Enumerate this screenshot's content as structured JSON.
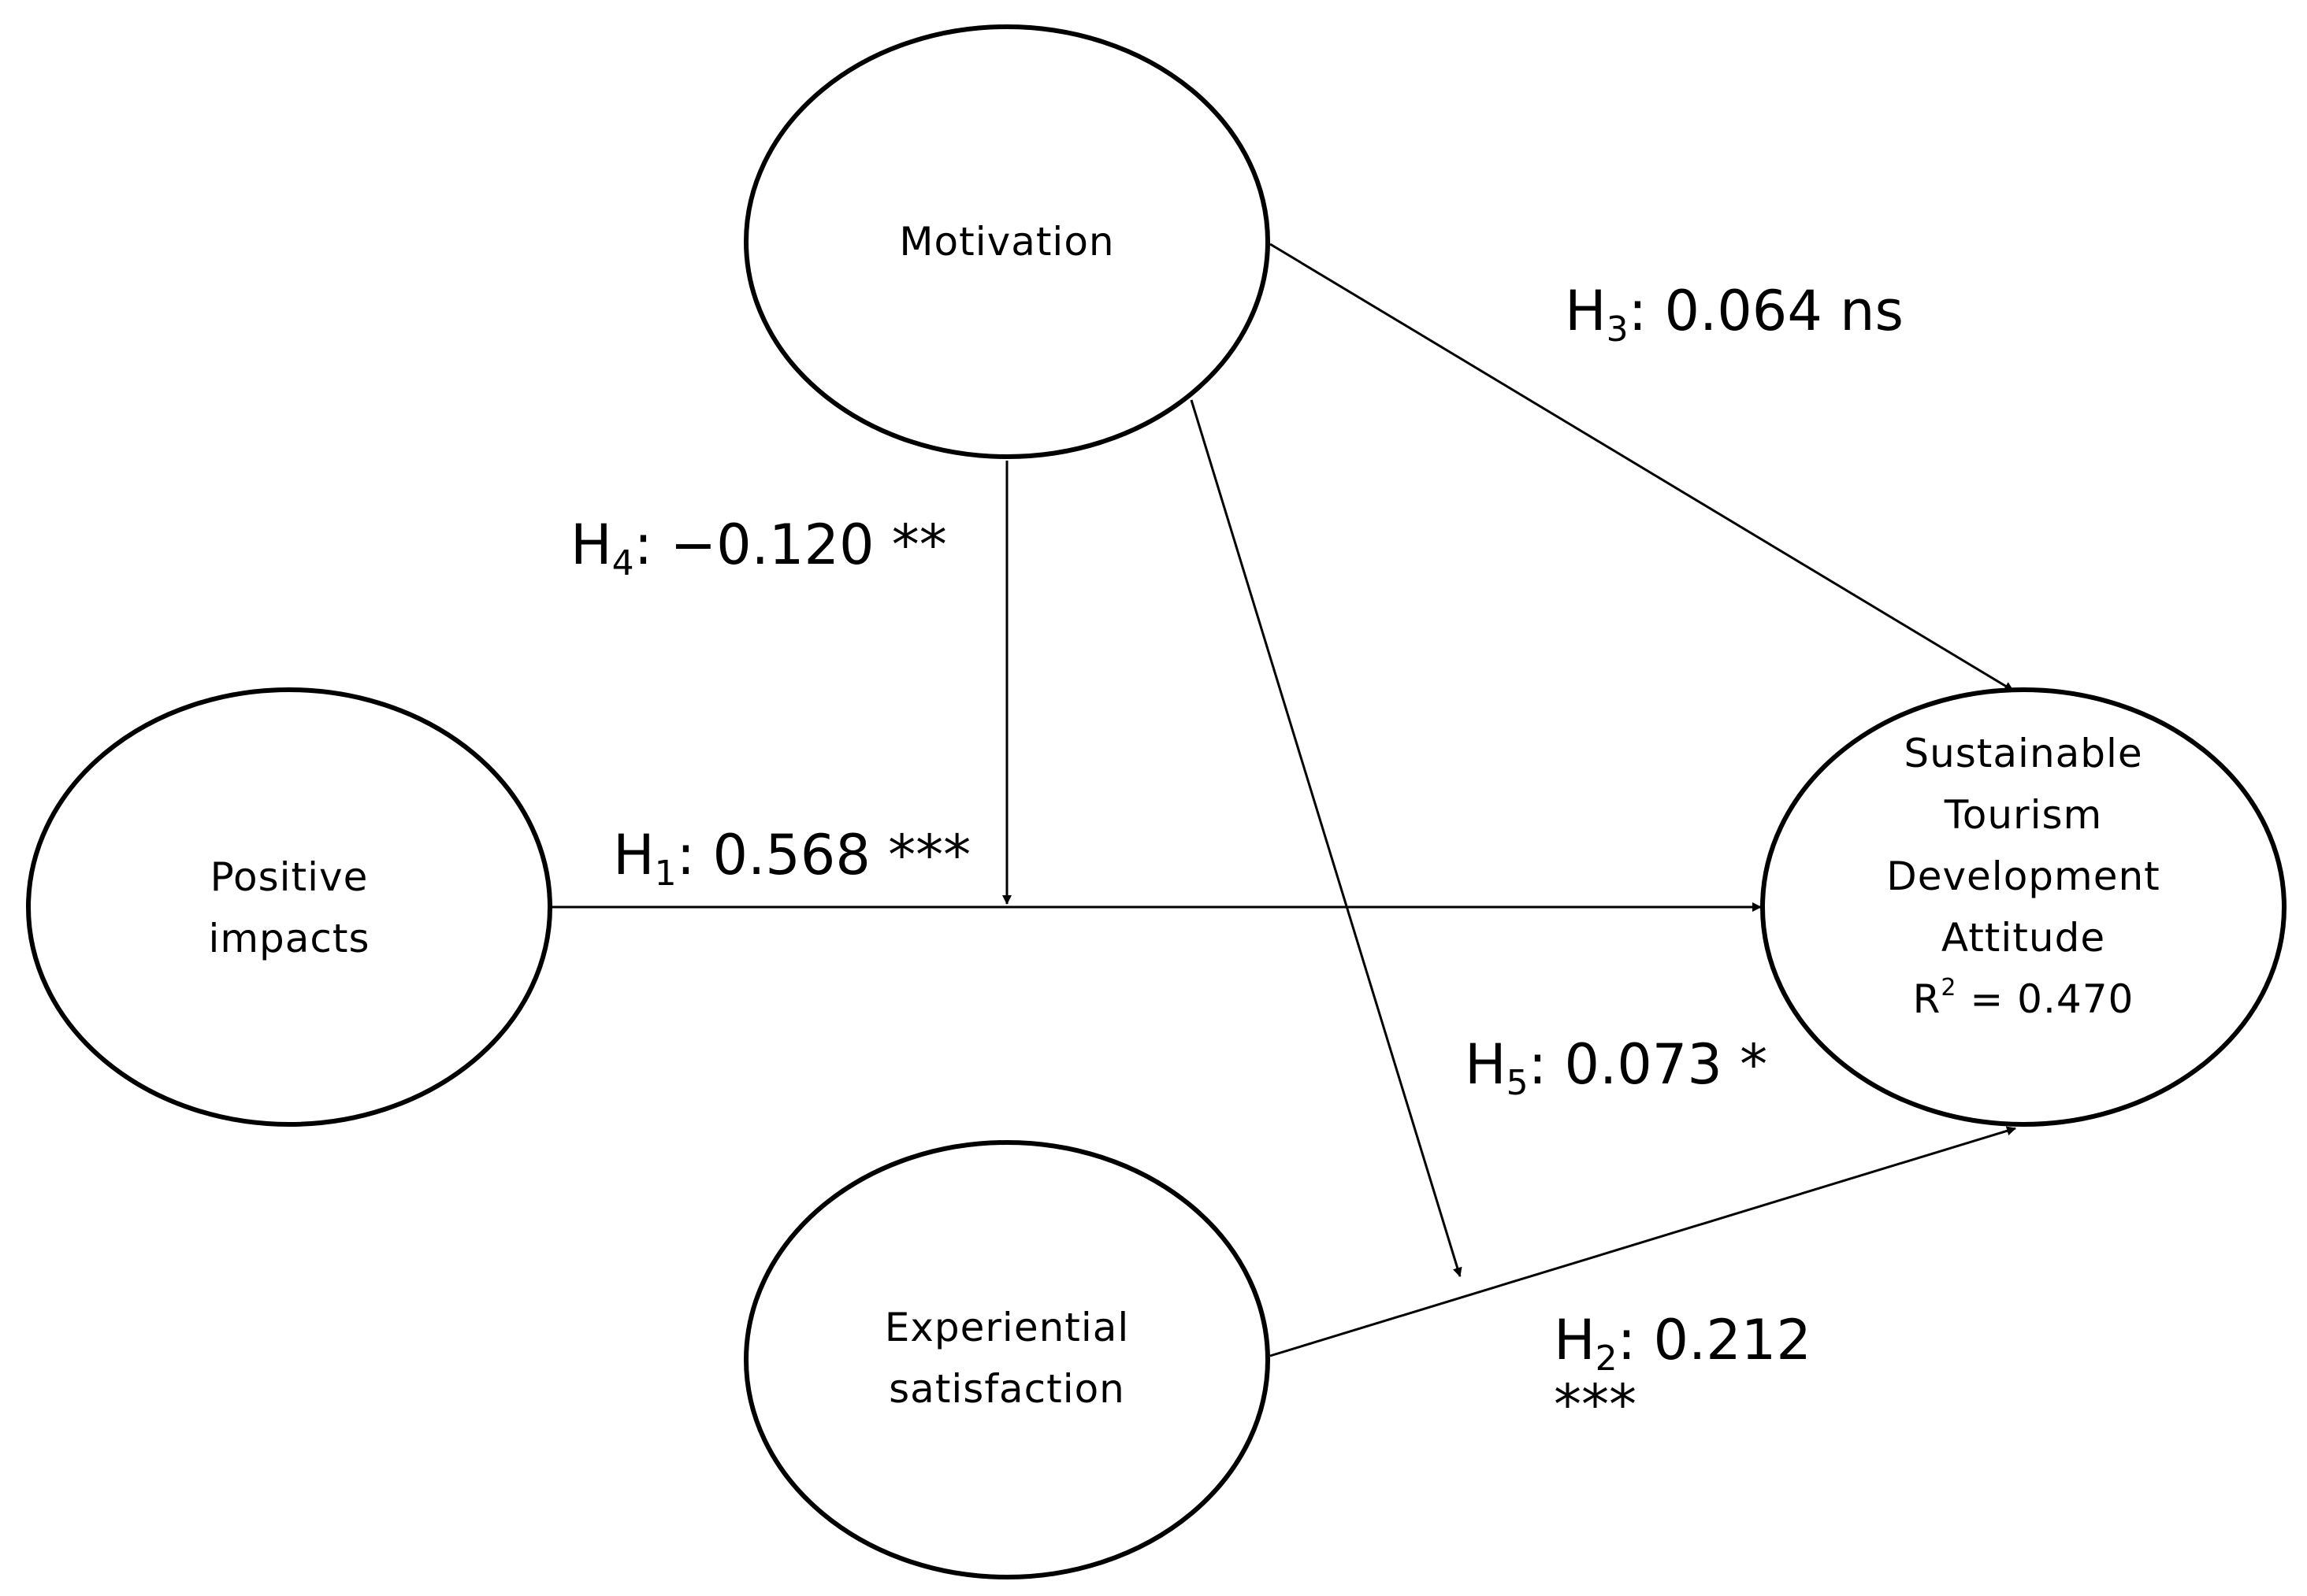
{
  "nodes": {
    "motivation": {
      "lines": [
        "Motivation"
      ]
    },
    "positive_impacts": {
      "lines": [
        "Positive",
        "impacts"
      ]
    },
    "experiential_satisfaction": {
      "lines": [
        "Experiential",
        "satisfaction"
      ]
    },
    "sustainable_attitude": {
      "lines": [
        "Sustainable",
        "Tourism",
        "Development",
        "Attitude"
      ],
      "r2_prefix": "R",
      "r2_sup": "2",
      "r2_value": " = 0.470"
    }
  },
  "paths": {
    "h1": {
      "letter": "H",
      "sub": "1",
      "coef": ": 0.568 ",
      "sig": "***"
    },
    "h2": {
      "letter": "H",
      "sub": "2",
      "coef": ": 0.212",
      "sig": "***"
    },
    "h3": {
      "letter": "H",
      "sub": "3",
      "coef": ": 0.064 ",
      "sig": "ns"
    },
    "h4": {
      "letter": "H",
      "sub": "4",
      "coef": ": −0.120 ",
      "sig": "**"
    },
    "h5": {
      "letter": "H",
      "sub": "5",
      "coef": ": 0.073 ",
      "sig": "*"
    }
  }
}
